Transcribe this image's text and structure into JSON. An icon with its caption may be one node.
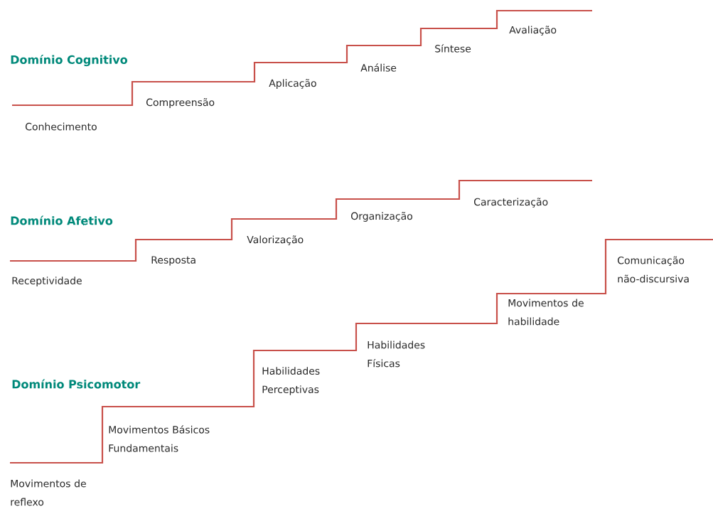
{
  "diagram": {
    "labels": [
      "Domínio Cognitivo",
      "Conhecimento",
      "Compreensão",
      "Aplicação",
      "Análise",
      "Síntese",
      "Avaliação",
      "Domínio Afetivo",
      "Receptividade",
      "Resposta",
      "Valorização",
      "Organização",
      "Caracterização",
      "Domínio Psicomotor",
      "Movimentos de reflexo",
      "Movimentos Básicos Fundamentais",
      "Habilidades Perceptivas",
      "Habilidades Físicas",
      "Movimentos de habilidade",
      "Comunicação não-discursiva"
    ]
  }
}
